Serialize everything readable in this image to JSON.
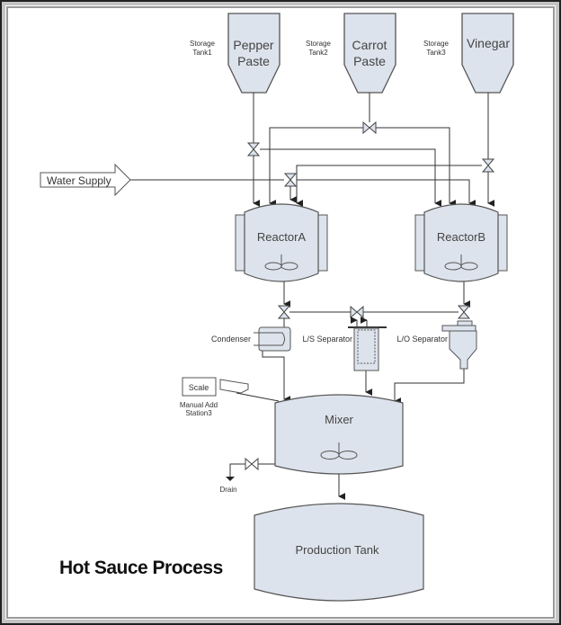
{
  "title": "Hot Sauce Process",
  "colors": {
    "fill": "#dde3ec",
    "stroke": "#555555",
    "line": "#333333",
    "text": "#333333",
    "title": "#111111",
    "frame_outer": "#9a9a9a",
    "frame_inner": "#c4c4c4"
  },
  "storage_tanks": [
    {
      "id": "tank1",
      "label": "Storage Tank1",
      "label_line1": "Storage",
      "label_line2": "Tank1",
      "content_line1": "Pepper",
      "content_line2": "Paste"
    },
    {
      "id": "tank2",
      "label": "Storage Tank2",
      "label_line1": "Storage",
      "label_line2": "Tank2",
      "content_line1": "Carrot",
      "content_line2": "Paste"
    },
    {
      "id": "tank3",
      "label": "Storage Tank3",
      "label_line1": "Storage",
      "label_line2": "Tank3",
      "content_line1": "Vinegar",
      "content_line2": ""
    }
  ],
  "water_supply": {
    "label": "Water Supply"
  },
  "reactors": [
    {
      "id": "reactorA",
      "label": "ReactorA"
    },
    {
      "id": "reactorB",
      "label": "ReactorB"
    }
  ],
  "equipment": {
    "condenser": "Condenser",
    "ls_separator": "L/S Separator",
    "lo_separator": "L/O Separator",
    "scale": "Scale",
    "manual_add_line1": "Manual Add",
    "manual_add_line2": "Station3",
    "mixer": "Mixer",
    "drain": "Drain",
    "production_tank": "Production Tank"
  }
}
